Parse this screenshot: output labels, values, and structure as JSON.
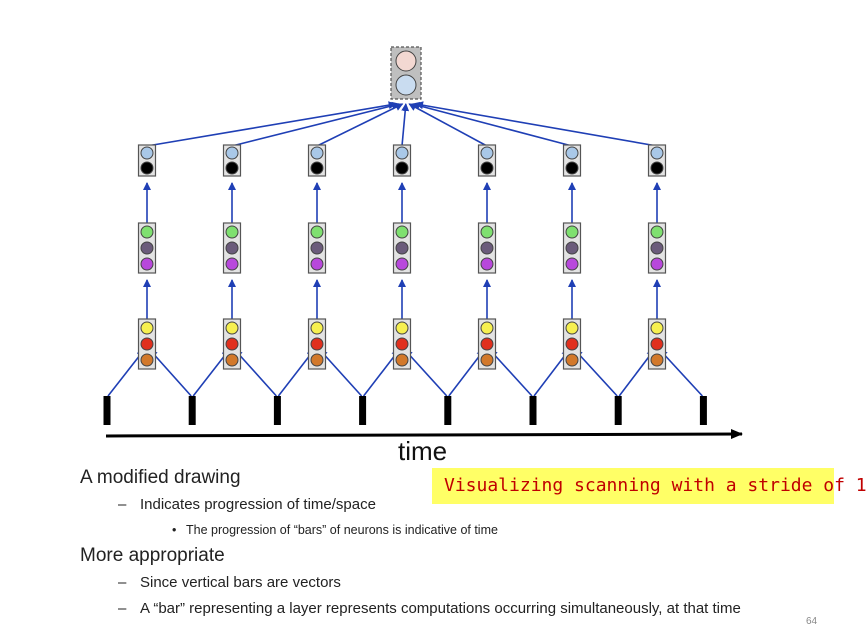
{
  "diagram": {
    "time_label": "time",
    "callout": "Visualizing scanning with a stride of 1",
    "columns": 7,
    "input_bars": 8,
    "colors": {
      "box_fill": "#e3e3e3",
      "box_stroke": "#555555",
      "top_box_fill": "#bfbfbf",
      "arrow": "#1f3fb5",
      "axis": "#000000",
      "callout_bg": "#ffff66",
      "callout_text": "#c00000",
      "bottom_layer": [
        "#f6f050",
        "#e0301e",
        "#d2782a"
      ],
      "middle_layer": [
        "#7fe070",
        "#6b5b7b",
        "#b848dc"
      ],
      "upper_layer": [
        "#a9c8e8",
        "#000000"
      ],
      "top_layer": [
        "#f3d8d2",
        "#c9dcf0"
      ]
    }
  },
  "text": {
    "b1": "A modified drawing",
    "b1_1": "Indicates progression of time/space",
    "b1_1_1": "The progression of “bars” of neurons is indicative of time",
    "b2": "More appropriate",
    "b2_1": "Since vertical bars are vectors",
    "b2_2": "A “bar” representing a layer represents computations occurring simultaneously, at that time",
    "page": "64"
  }
}
